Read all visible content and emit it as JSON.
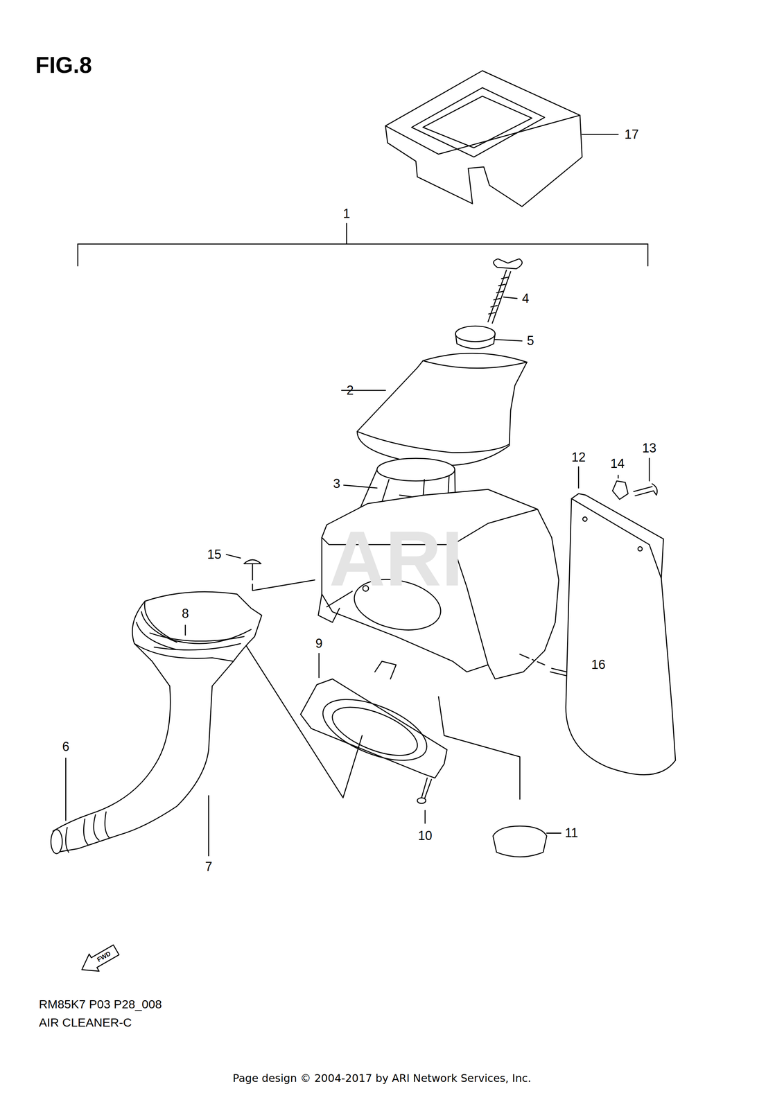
{
  "diagram": {
    "title": "FIG.8",
    "labels": [
      "17",
      "1",
      "4",
      "5",
      "2",
      "12",
      "14",
      "13",
      "3",
      "15",
      "8",
      "9",
      "16",
      "6",
      "10",
      "11",
      "7",
      "FWD",
      "ARI",
      "RM85K7 P03 P28_008",
      "AIR CLEANER-C",
      "Page design © 2004-2017 by ARI Network Services, Inc."
    ]
  }
}
